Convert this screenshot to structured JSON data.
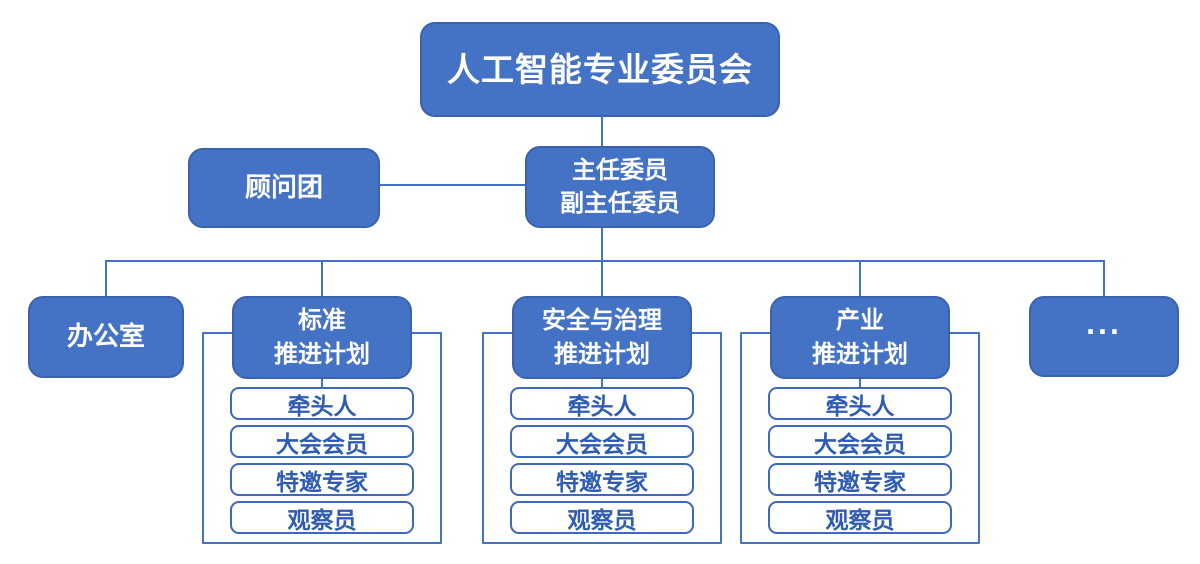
{
  "diagram": {
    "type": "org-chart",
    "colors": {
      "node_fill": "#4472c4",
      "node_border": "#3a62ae",
      "line": "#4472c4",
      "sub_text": "#2e5cb5",
      "background": "#ffffff"
    }
  },
  "nodes": {
    "root": {
      "label": "人工智能专业委员会"
    },
    "advisor": {
      "label": "顾问团"
    },
    "chair": {
      "line1": "主任委员",
      "line2": "副主任委员"
    },
    "office": {
      "label": "办公室"
    },
    "more": {
      "label": "..."
    }
  },
  "groups": [
    {
      "title_lines": [
        "标准",
        "推进计划"
      ],
      "members": [
        "牵头人",
        "大会会员",
        "特邀专家",
        "观察员"
      ]
    },
    {
      "title_lines": [
        "安全与治理",
        "推进计划"
      ],
      "members": [
        "牵头人",
        "大会会员",
        "特邀专家",
        "观察员"
      ]
    },
    {
      "title_lines": [
        "产业",
        "推进计划"
      ],
      "members": [
        "牵头人",
        "大会会员",
        "特邀专家",
        "观察员"
      ]
    }
  ]
}
